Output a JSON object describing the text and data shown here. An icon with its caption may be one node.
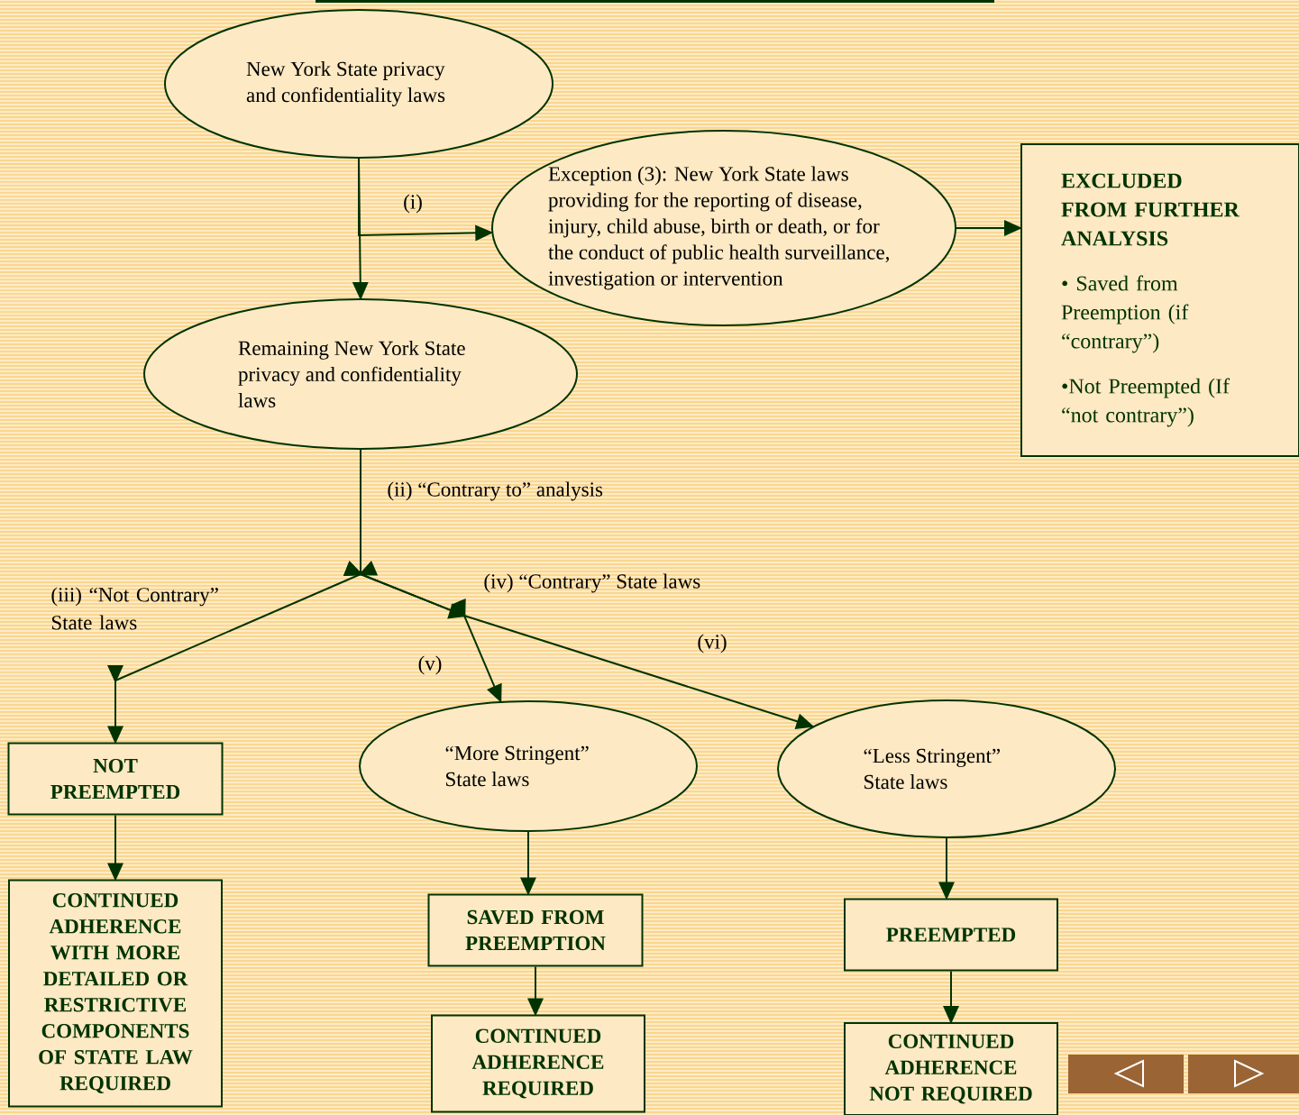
{
  "diagram": {
    "nodes": [
      {
        "text": [
          "New York State privacy and confidentiality laws"
        ]
      },
      {
        "text": [
          "Exception (3): New York State laws providing for the reporting of disease, injury, child abuse, birth or death, or for the conduct of public health surveillance, investigation or intervention"
        ]
      },
      {
        "text": [
          "EXCLUDED FROM FURTHER ANALYSIS",
          "• Saved from Preemption (if “contrary”)",
          "•Not Preempted (If “not contrary”)"
        ]
      },
      {
        "text": [
          "Remaining New York State privacy and confidentiality laws"
        ]
      },
      {
        "text": [
          "NOT PREEMPTED"
        ]
      },
      {
        "text": [
          "“More Stringent” State laws"
        ]
      },
      {
        "text": [
          "“Less Stringent” State laws"
        ]
      },
      {
        "text": [
          "CONTINUED ADHERENCE WITH MORE DETAILED OR RESTRICTIVE COMPONENTS OF STATE LAW REQUIRED"
        ]
      },
      {
        "text": [
          "SAVED FROM PREEMPTION"
        ]
      },
      {
        "text": [
          "CONTINUED ADHERENCE REQUIRED"
        ]
      },
      {
        "text": [
          "PREEMPTED"
        ]
      },
      {
        "text": [
          "CONTINUED ADHERENCE NOT REQUIRED"
        ]
      }
    ],
    "edges": [
      {
        "from": 0,
        "to": 1,
        "arrow": "to",
        "label": "(i)"
      },
      {
        "from": 0,
        "to": 3,
        "arrow": "to"
      },
      {
        "from": 1,
        "to": 2,
        "arrow": "to"
      },
      {
        "from": 3,
        "to": 4,
        "arrow": "to",
        "label": "(iii) “Not Contrary” State laws"
      },
      {
        "from": 3,
        "to": 5,
        "arrow": "to",
        "label": "(v)"
      },
      {
        "from": 3,
        "to": 6,
        "arrow": "to",
        "label": "(vi)"
      },
      {
        "from": 4,
        "to": 7,
        "arrow": "to"
      },
      {
        "from": 5,
        "to": 8,
        "arrow": "to"
      },
      {
        "from": 8,
        "to": 9,
        "arrow": "to"
      },
      {
        "from": 6,
        "to": 10,
        "arrow": "to"
      },
      {
        "from": 10,
        "to": 11,
        "arrow": "to"
      }
    ],
    "labels": [
      "(ii) “Contrary to” analysis",
      "(iv) “Contrary” State laws"
    ]
  }
}
